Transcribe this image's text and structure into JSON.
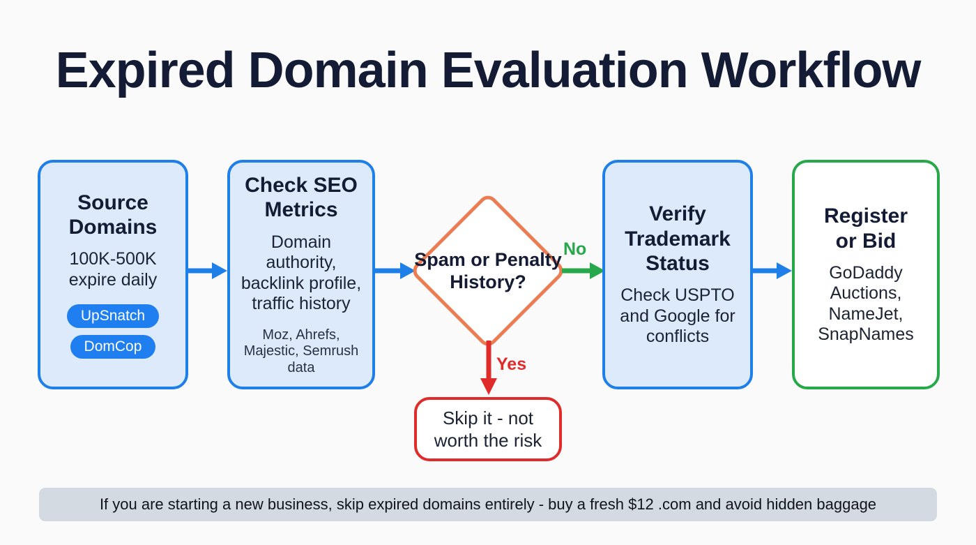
{
  "title": "Expired Domain Evaluation Workflow",
  "colors": {
    "background": "#FAFAFB",
    "title_text": "#141B34",
    "blue_border": "#1E7FE8",
    "blue_fill": "#DCEAFB",
    "green_border": "#27A84A",
    "red_border": "#E02B2B",
    "diamond_border": "#EC7C52",
    "badge_blue": "#1F7FF0",
    "yes_label": "#E02B2B",
    "no_label": "#27A84A",
    "footer_bar": "#D4DAE2"
  },
  "nodes": {
    "source_domains": {
      "title": "Source\nDomains",
      "title_line1": "Source",
      "title_line2": "Domains",
      "body": "100K-500K\nexpire daily",
      "body_line1": "100K-500K",
      "body_line2": "expire daily",
      "badges": [
        "UpSnatch",
        "DomCop"
      ]
    },
    "check_seo": {
      "title_line1": "Check SEO",
      "title_line2": "Metrics",
      "body": "Domain authority, backlink profile, traffic history",
      "note": "Moz, Ahrefs, Majestic, Semrush data"
    },
    "decision": {
      "label": "Spam or Penalty History?"
    },
    "skip": {
      "body": "Skip it - not worth the risk"
    },
    "verify_trademark": {
      "title_line1": "Verify",
      "title_line2": "Trademark",
      "title_line3": "Status",
      "body": "Check USPTO and Google for conflicts"
    },
    "register_or_bid": {
      "title_line1": "Register",
      "title_line2": "or Bid",
      "body": "GoDaddy Auctions, NameJet, SnapNames"
    }
  },
  "edges": {
    "no_label": "No",
    "yes_label": "Yes"
  },
  "footer": {
    "text": "If you are starting a new business, skip expired domains entirely - buy a fresh $12 .com and avoid hidden baggage"
  }
}
